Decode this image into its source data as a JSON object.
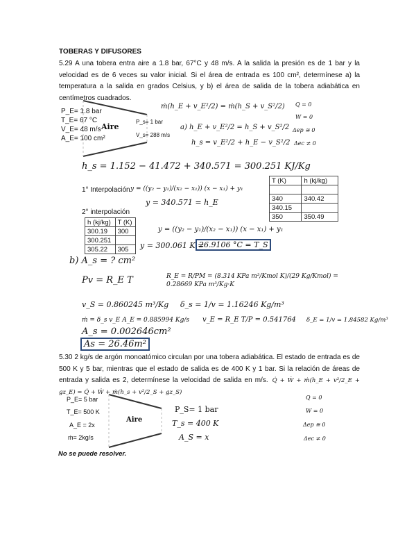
{
  "title": "TOBERAS Y DIFUSORES",
  "p529": "5.29 A una tobera entra aire a 1.8 bar, 67°C y 48 m/s. A la salida la presión es de 1 bar y la velocidad es de 6 veces su valor inicial. Si el área de entrada es 100 cm², determínese a) la temperatura a la salida en grados Celsius, y b) el área de salida de la tobera adiabática en centímetros cuadrados.",
  "d1": {
    "pe": "P_E= 1.8 bar",
    "te": "T_E= 67 °C",
    "ve": "V_E= 48 m/s",
    "ae": "A_E= 100 cm²",
    "label": "Aire",
    "ps": "P_s= 1 bar",
    "vs": "V_s= 288 m/s"
  },
  "eq": {
    "energy": "ṁ(h_E + v_E²/2) = ṁ(h_S + v_S²/2)",
    "a": "a)  h_E + v_E²/2 = h_S + v_S²/2",
    "hs_def": "h_s = v_E²/2 + h_E − v_S²/2",
    "hs_val": "h_s = 1.152 − 41.472 + 340.571 = 300.251 KJ/Kg",
    "interp1_label": "1° Interpolación",
    "interp_formula": "y = ((y₂ − y₁)/(x₂ − x₁)) (x − x₁) + y₁",
    "interp1_result": "y = 340.571 = h_E",
    "interp2_label": "2° interpolación",
    "interp2_result": "y = 300.061 K =",
    "ts_boxed": "26.9106 °C = T_S",
    "b": "b)  A_s = ? cm²",
    "pv": "Pv = R_E T",
    "re": "R_E = R/PM = (8.314 KPa m³/Kmol K)/(29 Kg/Kmol) = 0.28669 KPa m³/Kg·K",
    "vs": "v_S = 0.860245 m³/Kg",
    "ds": "δ_s = 1/v = 1.16246 Kg/m³",
    "mdot": "ṁ = δ_s v_E A_E = 0.885994 Kg/s",
    "ve": "v_E = R_E T/P = 0.541764",
    "de": "δ_E = 1/v = 1.84582 Kg/m³",
    "as1": "A_s = 0.002646cm²",
    "as_boxed": "As = 26.46m²"
  },
  "cond1": [
    "Q = 0",
    "W = 0",
    "Δep ≅ 0",
    "Δec ≠ 0"
  ],
  "table1": {
    "headers": [
      "T (K)",
      "h (kj/kg)"
    ],
    "rows": [
      [
        "",
        ""
      ],
      [
        "340",
        "340.42"
      ],
      [
        "340.15",
        ""
      ],
      [
        "350",
        "350.49"
      ]
    ]
  },
  "table2": {
    "headers": [
      "h (kj/kg)",
      "T (K)"
    ],
    "rows": [
      [
        "300.19",
        "300"
      ],
      [
        "300.251",
        ""
      ],
      [
        "305.22",
        "305"
      ]
    ]
  },
  "p530": "5.30 2 kg/s de argón monoatómico circulan por una tobera adiabática. El estado de entrada es de 500 K y 5 bar, mientras que el estado de salida es de 400 K y 1 bar. Si la relación de áreas de entrada y salida es 2, determínese la velocidad de salida en m/s.",
  "eq530": "Q̇ + Ẇ + ṁ(h_E + v²/2_E + gz_E) = Q̇ + Ẇ + ṁ(h_s + v²/2_S + gz_S)",
  "d2": {
    "pe": "P_E= 5 bar",
    "te": "T_E= 500 K",
    "ae": "A_E = 2x",
    "m": "ṁ= 2kg/s",
    "label": "Aire",
    "ps": "P_S= 1 bar",
    "ts": "T_s = 400 K",
    "as": "A_S = x"
  },
  "cond2": [
    "Q = 0",
    "W = 0",
    "Δep ≅ 0",
    "Δec ≠ 0"
  ],
  "conclusion": "No se puede resolver."
}
